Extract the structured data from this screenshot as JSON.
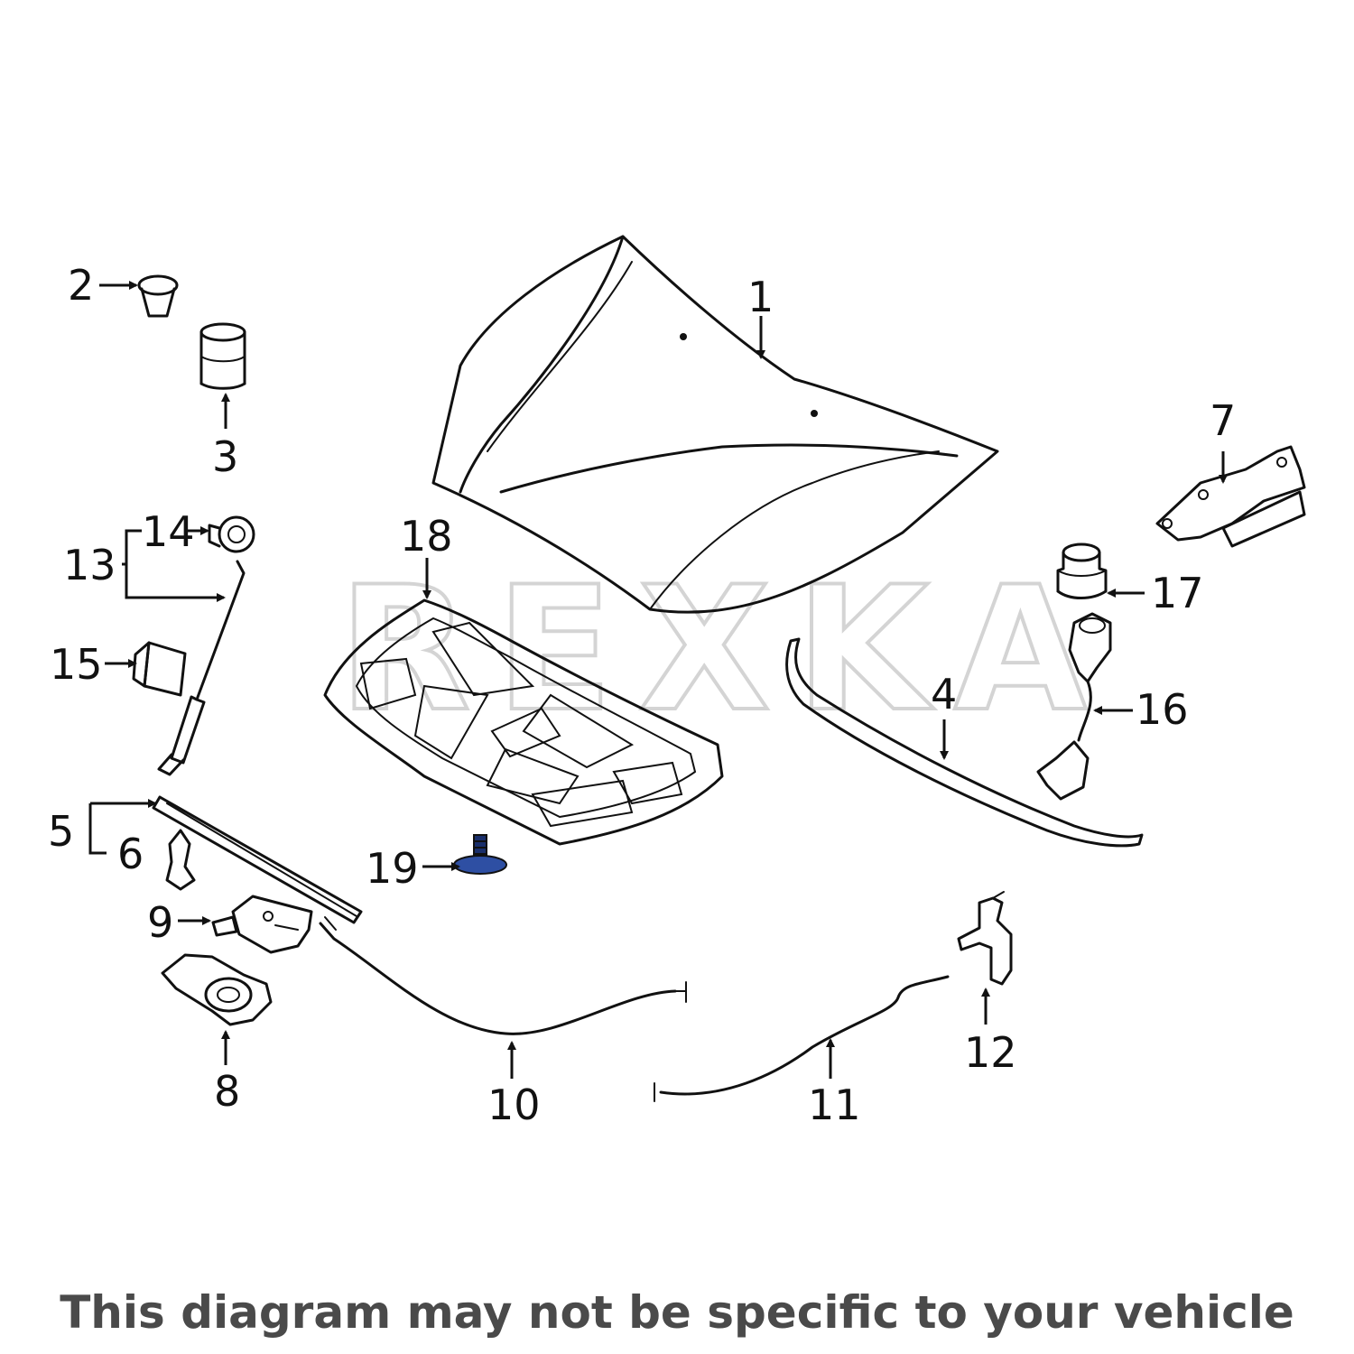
{
  "watermark": "REXKA",
  "disclaimer": "This diagram may not be specific to your vehicle",
  "highlight_color": "#2e4fa3",
  "callouts": {
    "c1": "1",
    "c2": "2",
    "c3": "3",
    "c4": "4",
    "c5": "5",
    "c6": "6",
    "c7": "7",
    "c8": "8",
    "c9": "9",
    "c10": "10",
    "c11": "11",
    "c12": "12",
    "c13": "13",
    "c14": "14",
    "c15": "15",
    "c16": "16",
    "c17": "17",
    "c18": "18",
    "c19": "19"
  }
}
